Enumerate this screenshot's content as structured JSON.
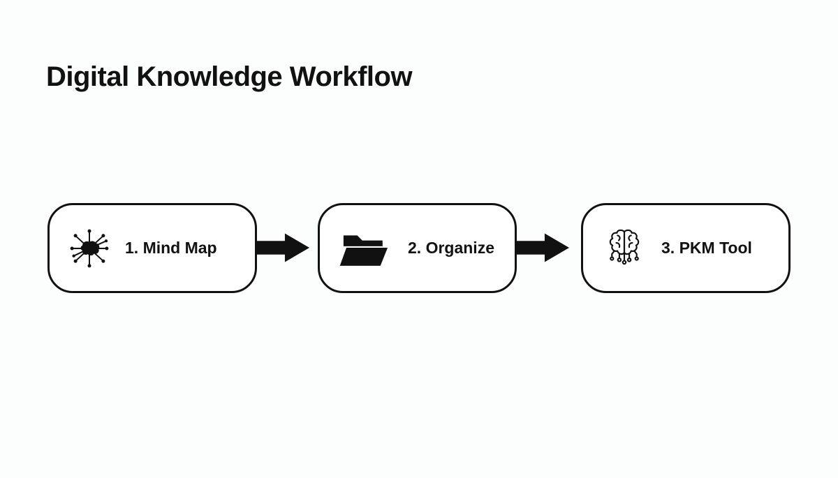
{
  "diagram": {
    "title": "Digital Knowledge Workflow",
    "type": "flowchart",
    "steps": [
      {
        "label": "1. Mind Map",
        "icon": "mind-map-network-icon"
      },
      {
        "label": "2. Organize",
        "icon": "folder-icon"
      },
      {
        "label": "3. PKM Tool",
        "icon": "brain-circuit-icon"
      }
    ],
    "connections": [
      {
        "from": "1. Mind Map",
        "to": "2. Organize"
      },
      {
        "from": "2. Organize",
        "to": "3. PKM Tool"
      }
    ],
    "colors": {
      "background": "#fcfdfd",
      "box_fill": "#ffffff",
      "stroke": "#111111",
      "text": "#111111"
    }
  }
}
